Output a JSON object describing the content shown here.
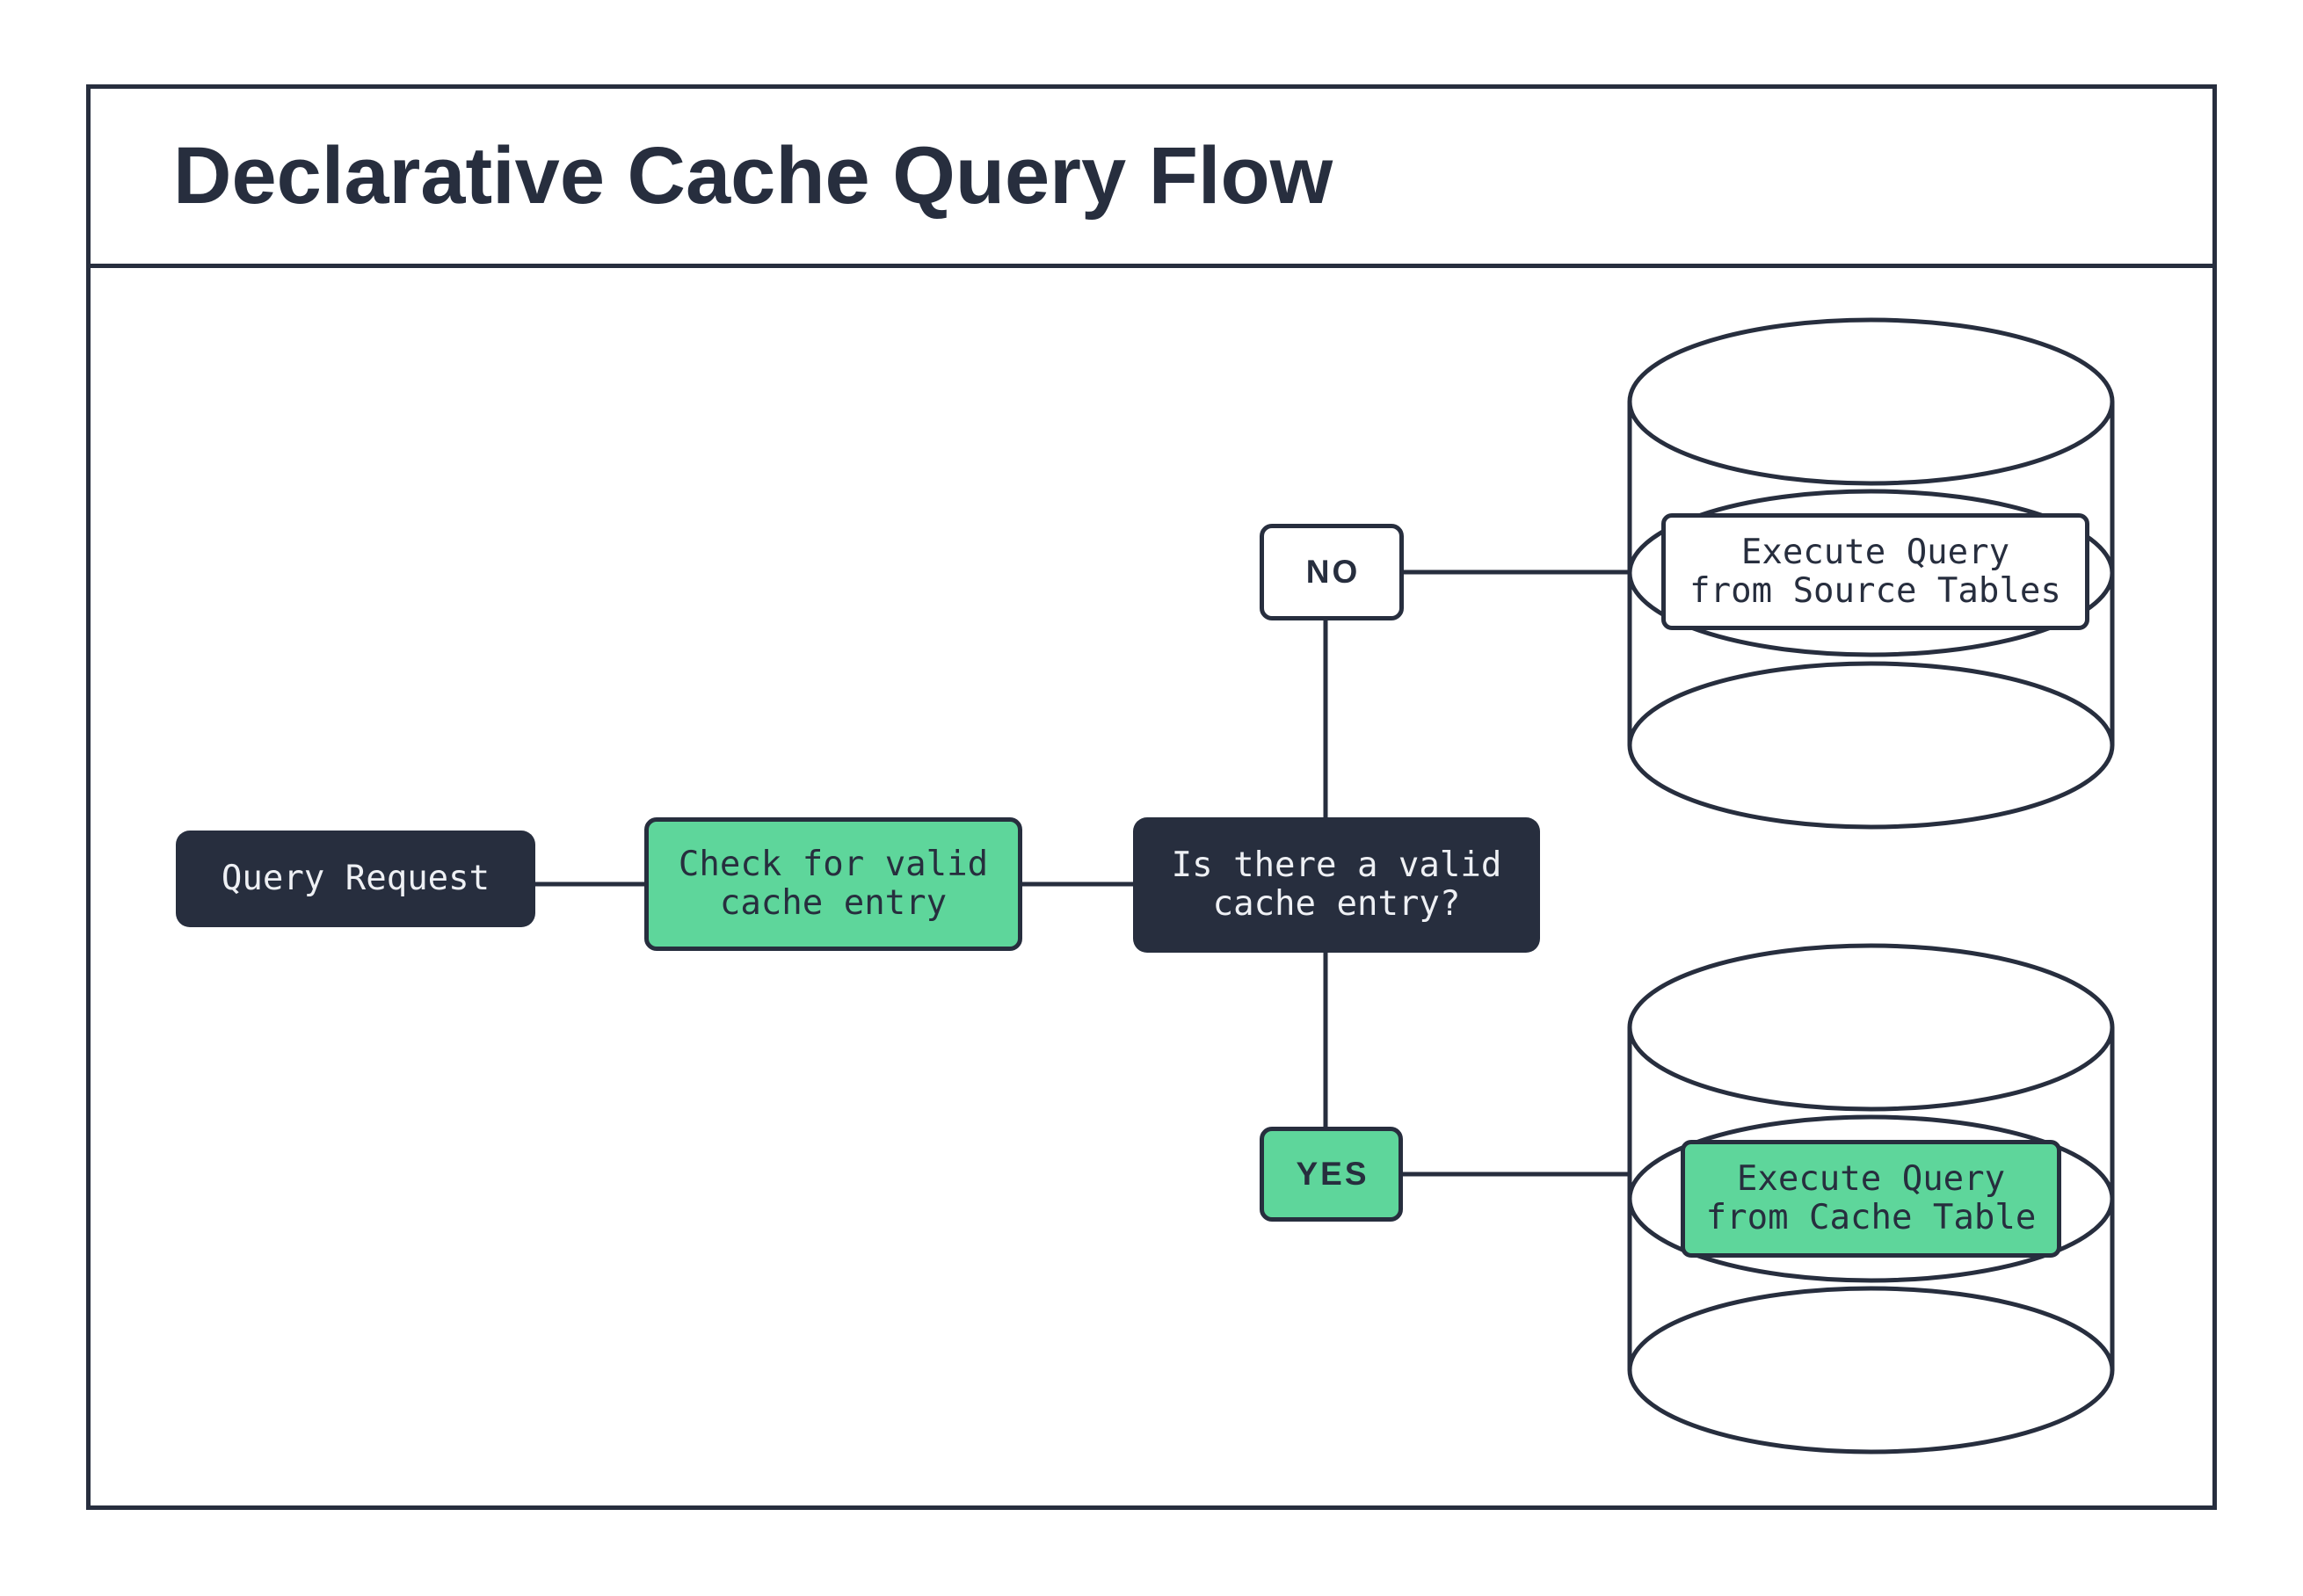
{
  "header": {
    "title": "Declarative Cache Query Flow"
  },
  "flowchart": {
    "nodes": {
      "query_request": "Query Request",
      "check_cache": "Check for valid\ncache entry",
      "decision": "Is there a valid\ncache entry?",
      "execute_source": "Execute Query\nfrom Source Tables",
      "execute_cache": "Execute Query\nfrom Cache Table"
    },
    "edge_labels": {
      "no": "NO",
      "yes": "YES"
    },
    "shapes": {
      "source_database": "database-cylinder",
      "cache_database": "database-cylinder"
    }
  },
  "colors": {
    "dark": "#272e3e",
    "green": "#5ed69b",
    "white": "#ffffff"
  }
}
